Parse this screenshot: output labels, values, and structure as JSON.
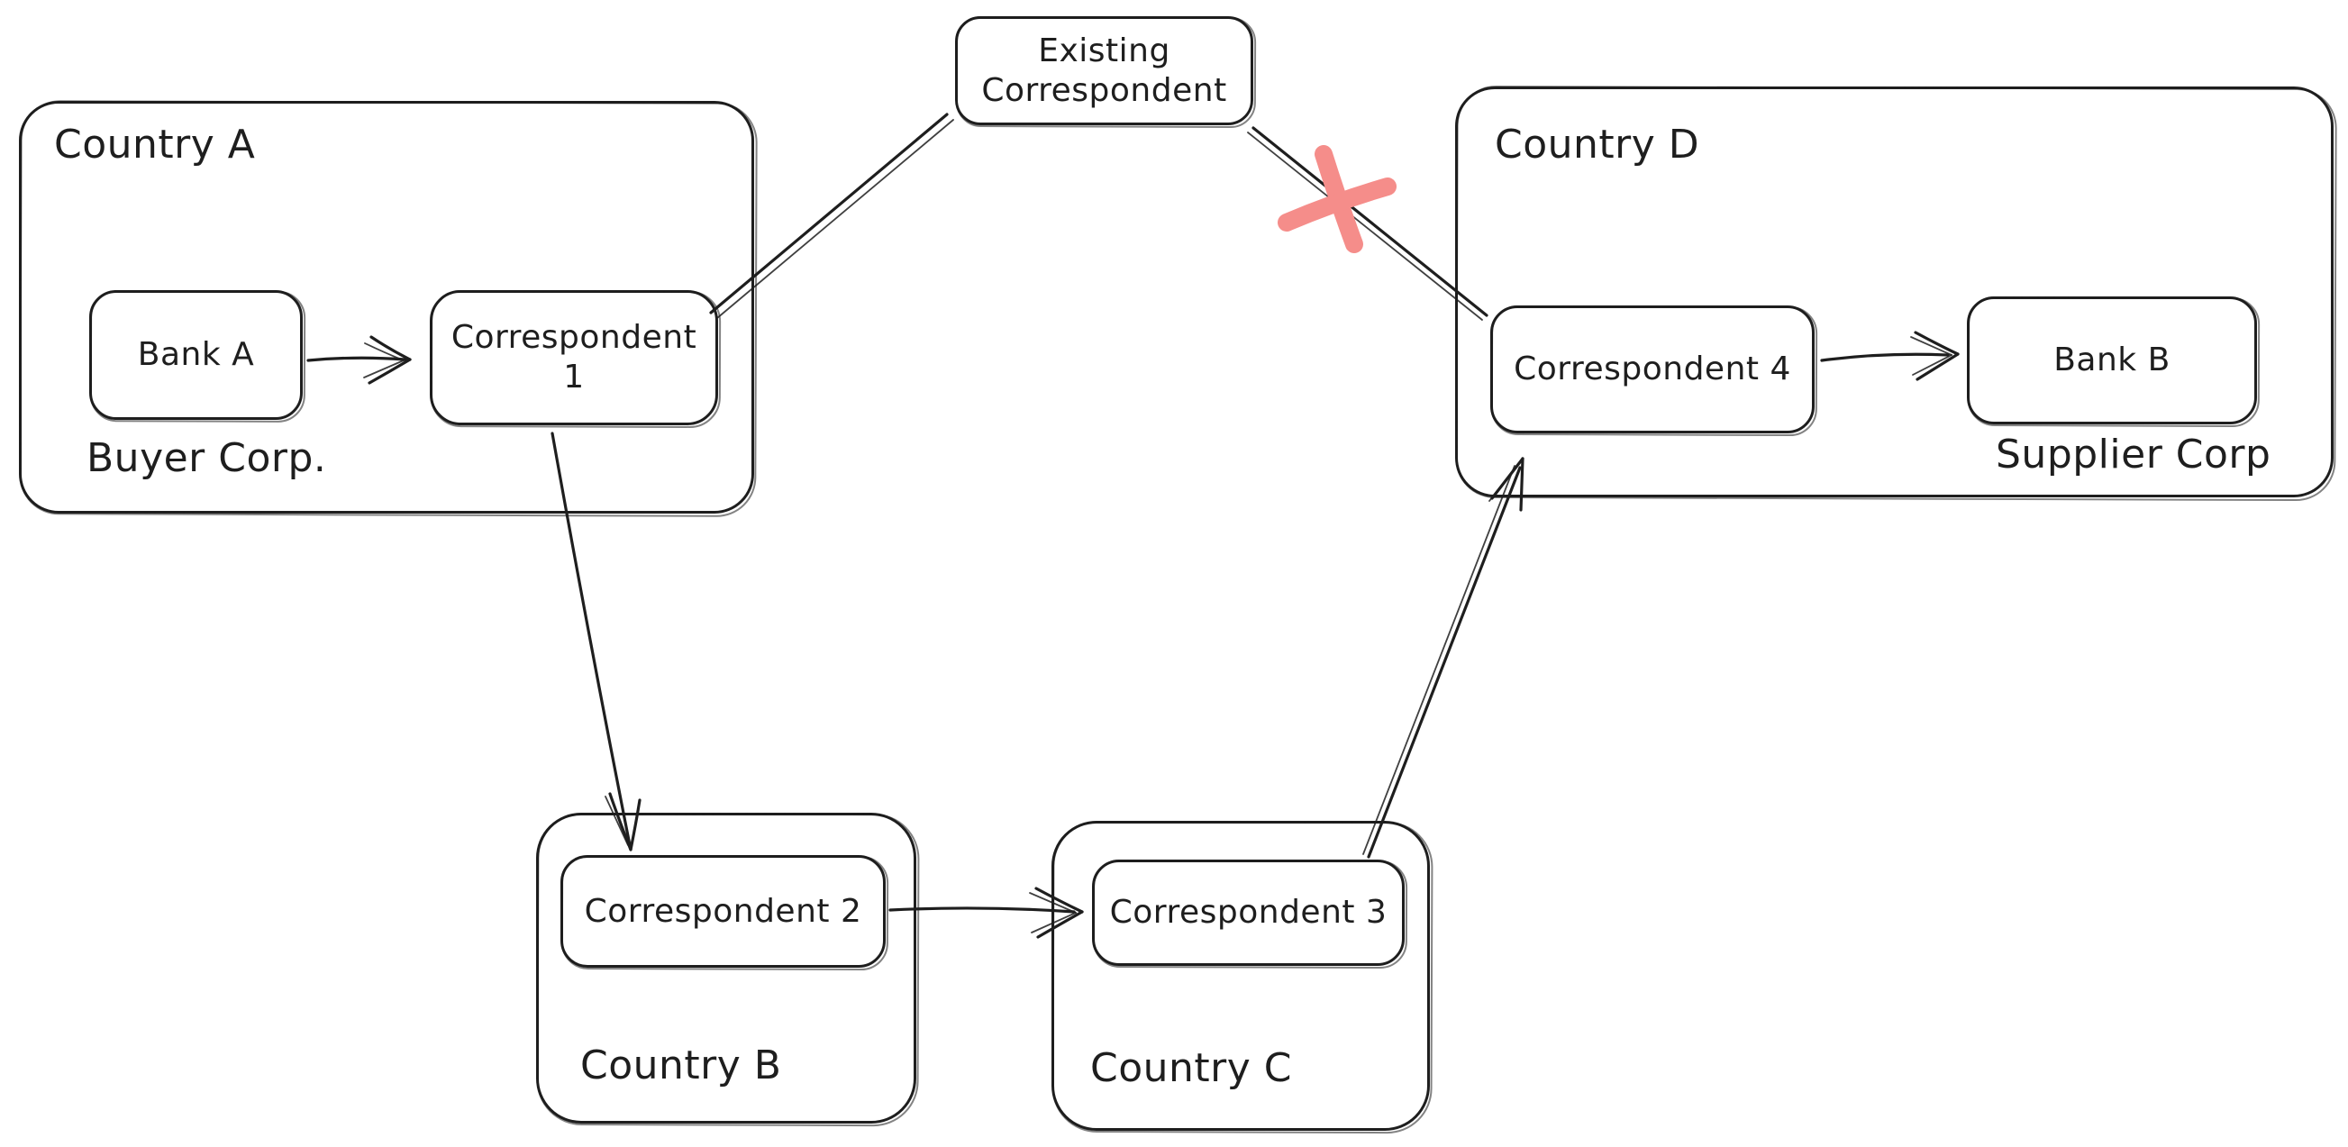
{
  "background": "#ffffff",
  "ink_color": "#1e1e1e",
  "cross_color": "#f58d8a",
  "nodes": {
    "existing_correspondent": {
      "label": "Existing Correspondent"
    },
    "country_a": {
      "label": "Country A",
      "caption": "Buyer Corp."
    },
    "bank_a": {
      "label": "Bank A"
    },
    "correspondent_1": {
      "label": "Correspondent 1"
    },
    "country_b": {
      "label": "Country B"
    },
    "correspondent_2": {
      "label": "Correspondent 2"
    },
    "country_c": {
      "label": "Country C"
    },
    "correspondent_3": {
      "label": "Correspondent 3"
    },
    "country_d": {
      "label": "Country D",
      "caption": "Supplier Corp"
    },
    "correspondent_4": {
      "label": "Correspondent 4"
    },
    "bank_b": {
      "label": "Bank B"
    }
  },
  "edges": [
    {
      "from": "Bank A",
      "to": "Correspondent 1",
      "type": "arrow",
      "blocked": false
    },
    {
      "from": "Correspondent 1",
      "to": "Existing Correspondent",
      "type": "line",
      "blocked": false
    },
    {
      "from": "Existing Correspondent",
      "to": "Correspondent 4",
      "type": "line",
      "blocked": true
    },
    {
      "from": "Correspondent 1",
      "to": "Correspondent 2",
      "type": "arrow",
      "blocked": false
    },
    {
      "from": "Correspondent 2",
      "to": "Correspondent 3",
      "type": "arrow",
      "blocked": false
    },
    {
      "from": "Correspondent 3",
      "to": "Correspondent 4",
      "type": "arrow",
      "blocked": false
    },
    {
      "from": "Correspondent 4",
      "to": "Bank B",
      "type": "arrow",
      "blocked": false
    }
  ]
}
